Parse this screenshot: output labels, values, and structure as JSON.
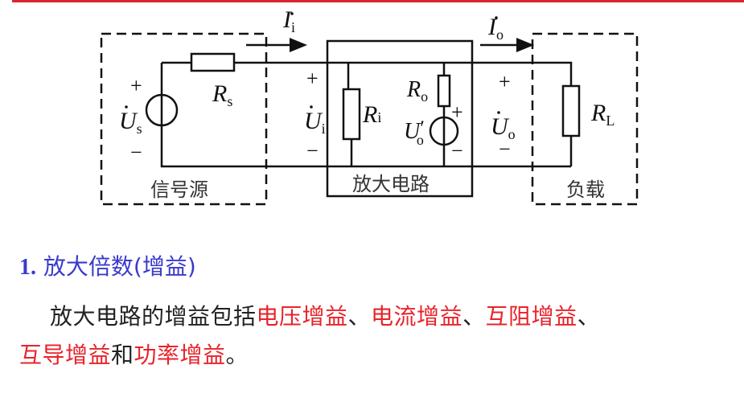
{
  "slide": {
    "accent_color": "#d9262c",
    "heading_color": "#3a3acc",
    "highlight_color": "#e8232a"
  },
  "circuit": {
    "source_box_label": "信号源",
    "amplifier_box_label": "放大电路",
    "load_box_label": "负载",
    "current_in": {
      "symbol": "I",
      "sub": "i"
    },
    "current_out": {
      "symbol": "I",
      "sub": "o"
    },
    "Us": {
      "symbol": "U",
      "sub": "s"
    },
    "Rs": {
      "symbol": "R",
      "sub": "s"
    },
    "Ui": {
      "symbol": "U",
      "sub": "i"
    },
    "Ri": {
      "symbol": "R",
      "sub": "i"
    },
    "Ro": {
      "symbol": "R",
      "sub": "o"
    },
    "Uo_prime": {
      "symbol": "U",
      "sub": "o",
      "prime": "′"
    },
    "Uo": {
      "symbol": "U",
      "sub": "o"
    },
    "RL": {
      "symbol": "R",
      "sub": "L"
    },
    "plus": "+",
    "minus": "−"
  },
  "section": {
    "number": "1.",
    "title": "放大倍数(增益)"
  },
  "paragraph": {
    "line1": [
      {
        "text": "放大电路的增益包括",
        "highlight": false
      },
      {
        "text": "电压增益",
        "highlight": true
      },
      {
        "text": "、",
        "highlight": false
      },
      {
        "text": "电流增益",
        "highlight": true
      },
      {
        "text": "、",
        "highlight": false
      },
      {
        "text": "互阻增益",
        "highlight": true
      },
      {
        "text": "、",
        "highlight": false
      }
    ],
    "line2": [
      {
        "text": "互导增益",
        "highlight": true
      },
      {
        "text": "和",
        "highlight": false
      },
      {
        "text": "功率增益",
        "highlight": true
      },
      {
        "text": "。",
        "highlight": false
      }
    ]
  }
}
